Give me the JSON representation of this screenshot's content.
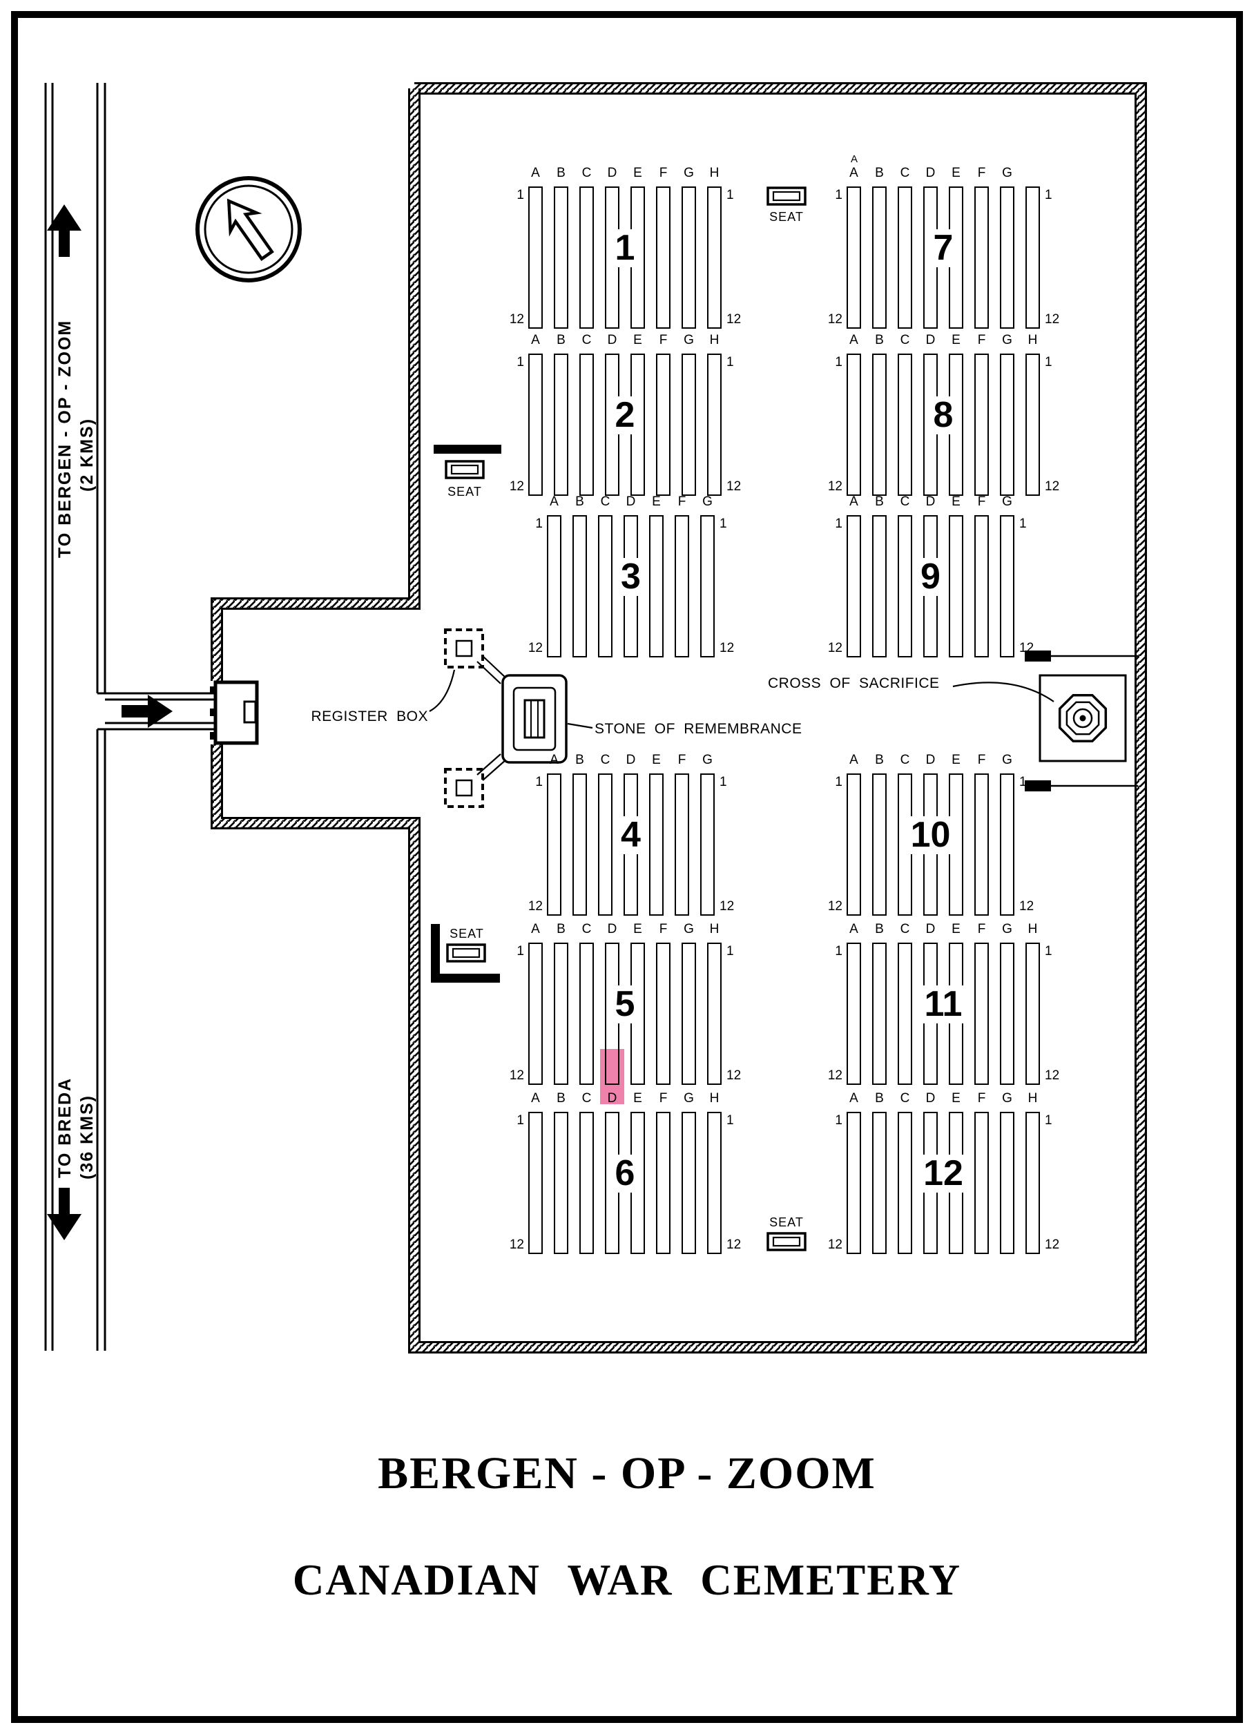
{
  "map": {
    "roads": {
      "north_direction": "TO BERGEN - OP - ZOOM",
      "north_distance": "(2 KMS)",
      "south_direction": "TO BREDA",
      "south_distance": "(36 KMS)"
    },
    "landmarks": {
      "register_box": "REGISTER BOX",
      "stone_of_remembrance": "STONE OF REMEMBRANCE",
      "cross_of_sacrifice": "CROSS OF SACRIFICE",
      "seat": "SEAT"
    },
    "plots": [
      {
        "number": "1",
        "letters": [
          "A",
          "B",
          "C",
          "D",
          "E",
          "F",
          "G",
          "H"
        ],
        "first_row": "1",
        "last_row": "12"
      },
      {
        "number": "2",
        "letters": [
          "A",
          "B",
          "C",
          "D",
          "E",
          "F",
          "G",
          "H"
        ],
        "first_row": "1",
        "last_row": "12"
      },
      {
        "number": "3",
        "letters": [
          "A",
          "B",
          "C",
          "D",
          "E",
          "F",
          "G"
        ],
        "first_row": "1",
        "last_row": "12"
      },
      {
        "number": "4",
        "letters": [
          "A",
          "B",
          "C",
          "D",
          "E",
          "F",
          "G"
        ],
        "first_row": "1",
        "last_row": "12"
      },
      {
        "number": "5",
        "letters": [
          "A",
          "B",
          "C",
          "D",
          "E",
          "F",
          "G",
          "H"
        ],
        "first_row": "1",
        "last_row": "12"
      },
      {
        "number": "6",
        "letters": [
          "A",
          "B",
          "C",
          "D",
          "E",
          "F",
          "G",
          "H"
        ],
        "first_row": "1",
        "last_row": "12"
      },
      {
        "number": "7",
        "letters": [
          "A",
          "B",
          "C",
          "D",
          "E",
          "F",
          "G"
        ],
        "extra_letter": "A",
        "strips": 8,
        "first_row": "1",
        "last_row": "12"
      },
      {
        "number": "8",
        "letters": [
          "A",
          "B",
          "C",
          "D",
          "E",
          "F",
          "G",
          "H"
        ],
        "first_row": "1",
        "last_row": "12"
      },
      {
        "number": "9",
        "letters": [
          "A",
          "B",
          "C",
          "D",
          "E",
          "F",
          "G"
        ],
        "first_row": "1",
        "last_row": "12"
      },
      {
        "number": "10",
        "letters": [
          "A",
          "B",
          "C",
          "D",
          "E",
          "F",
          "G"
        ],
        "first_row": "1",
        "last_row": "12"
      },
      {
        "number": "11",
        "letters": [
          "A",
          "B",
          "C",
          "D",
          "E",
          "F",
          "G",
          "H"
        ],
        "first_row": "1",
        "last_row": "12"
      },
      {
        "number": "12",
        "letters": [
          "A",
          "B",
          "C",
          "D",
          "E",
          "F",
          "G",
          "H"
        ],
        "first_row": "1",
        "last_row": "12"
      }
    ],
    "highlight": {
      "plot": "5",
      "row": "D",
      "color": "#ee82aa"
    }
  },
  "titles": {
    "line1": "BERGEN - OP - ZOOM",
    "line2": "CANADIAN WAR CEMETERY"
  }
}
